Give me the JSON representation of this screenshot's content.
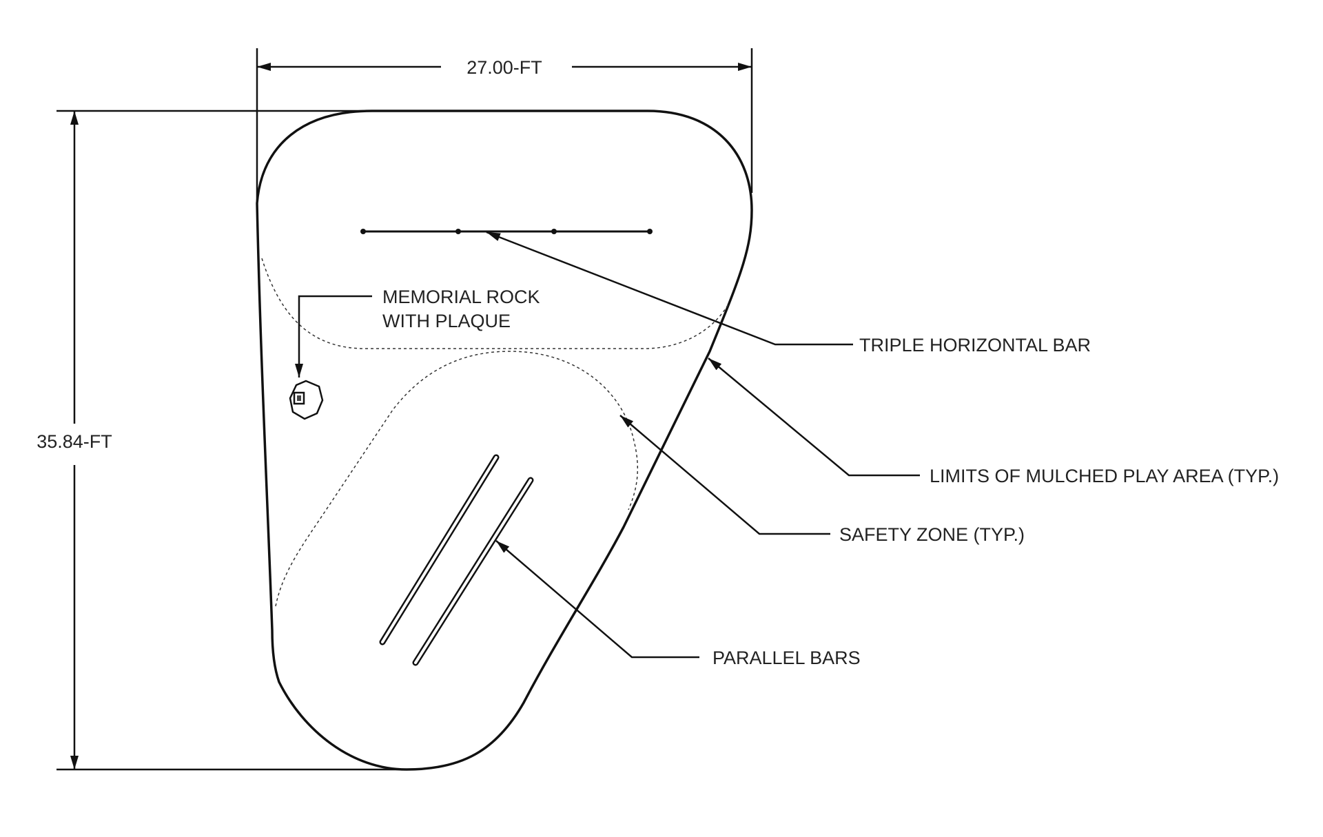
{
  "dimensions": {
    "width": "27.00-FT",
    "height": "35.84-FT"
  },
  "callouts": {
    "memorial_rock": [
      "MEMORIAL ROCK",
      "WITH PLAQUE"
    ],
    "triple_horizontal_bar": "TRIPLE HORIZONTAL BAR",
    "limits_of_mulched_play_area": "LIMITS OF MULCHED PLAY AREA (TYP.)",
    "safety_zone": "SAFETY ZONE (TYP.)",
    "parallel_bars": "PARALLEL BARS"
  },
  "colors": {
    "line": "#111111",
    "text": "#222222",
    "background": "#ffffff"
  }
}
